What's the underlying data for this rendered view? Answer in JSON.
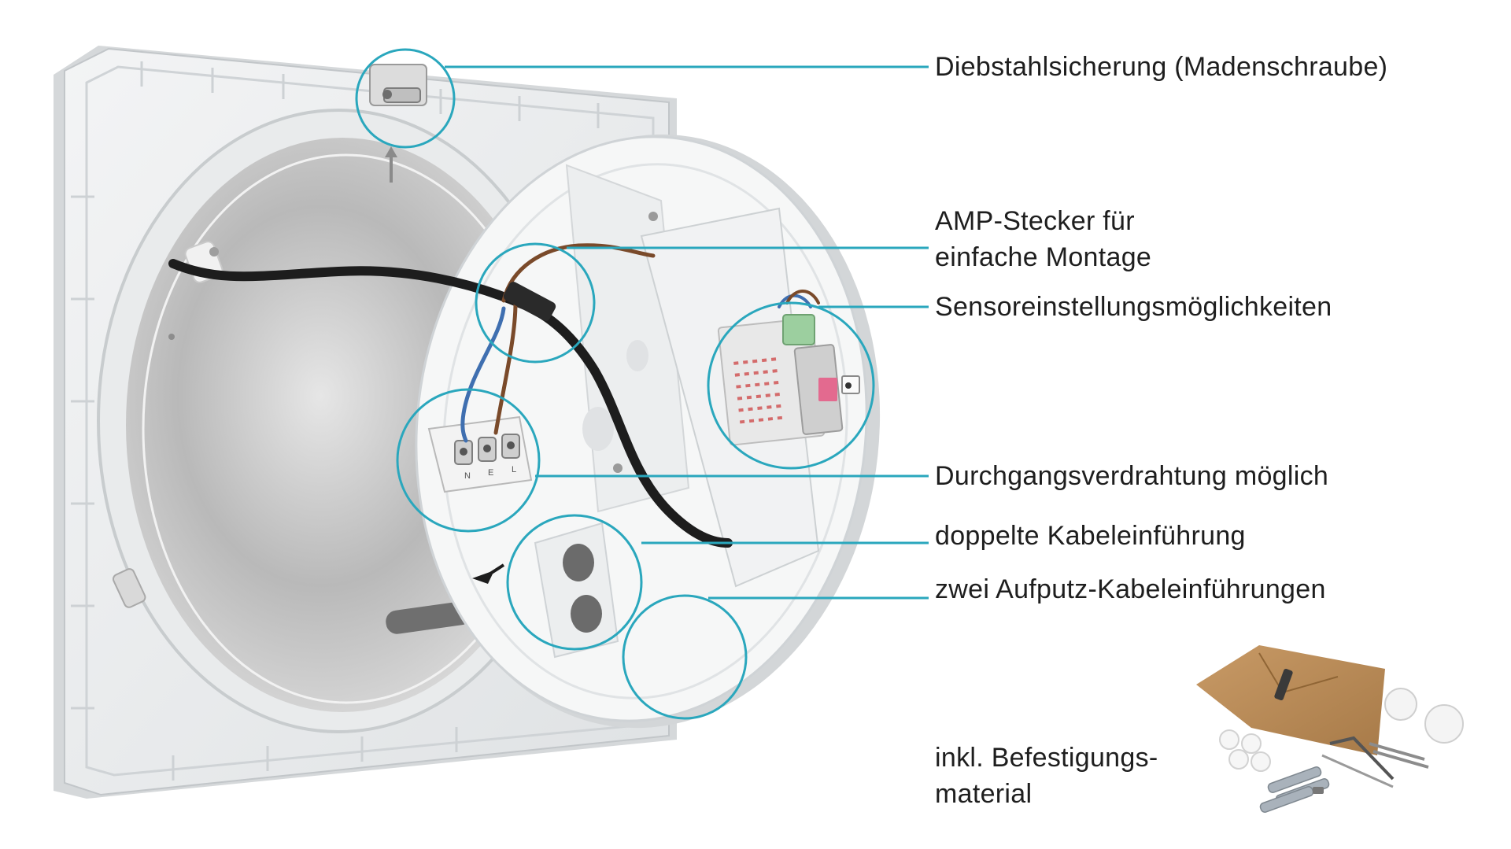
{
  "callouts": {
    "theft_protection": "Diebstahlsicherung (Madenschraube)",
    "amp_connector_line1": "AMP-Stecker für",
    "amp_connector_line2": "einfache Montage",
    "sensor_settings": "Sensoreinstellungsmöglichkeiten",
    "through_wiring": "Durchgangsverdrahtung möglich",
    "double_cable_entry": "doppelte Kabeleinführung",
    "surface_cable_entries": "zwei Aufputz-Kabeleinführungen",
    "mounting_material_line1": "inkl. Befestigungs-",
    "mounting_material_line2": "material"
  },
  "terminal_marks": [
    "N",
    "E",
    "L"
  ],
  "colors": {
    "callout_line": "#2aa7bd",
    "housing": "#eef0f1",
    "housing_shadow": "#c9cdd0",
    "cable": "#1d1d1d",
    "wire_brown": "#7a4a2a",
    "wire_blue": "#3f6fb0",
    "paper_bag": "#b88a57",
    "text": "#1e1e1e"
  }
}
